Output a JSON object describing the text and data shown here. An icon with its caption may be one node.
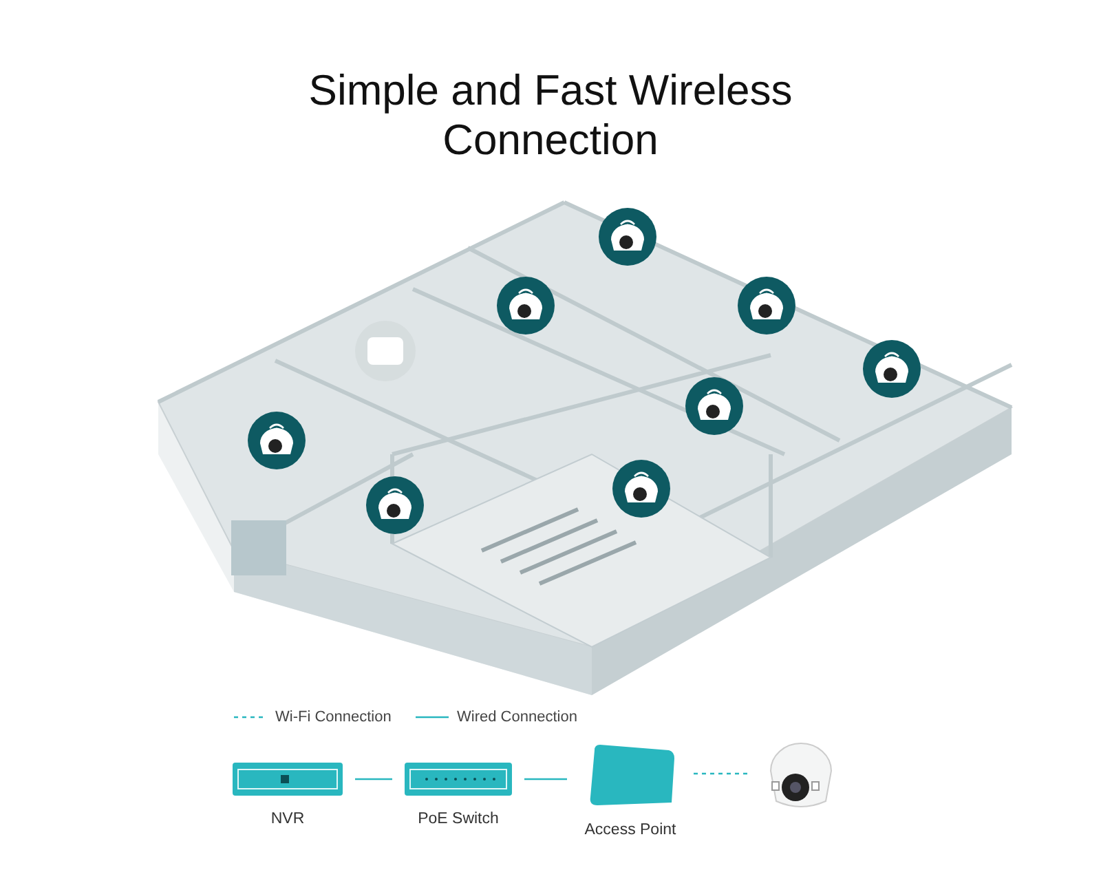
{
  "diagram": {
    "title": "Simple and Fast Wireless Connection",
    "nodes": [
      {
        "text": [
          "NVR"
        ]
      },
      {
        "text": [
          "PoE Switch"
        ]
      },
      {
        "text": [
          "Access Point"
        ]
      },
      {
        "text": [],
        "shape": "picture"
      }
    ],
    "edges": [
      {
        "from": 0,
        "to": 1,
        "arrow": "none"
      },
      {
        "from": 1,
        "to": 2,
        "arrow": "none"
      },
      {
        "from": 2,
        "to": 3,
        "arrow": "none",
        "style": "dashed"
      }
    ],
    "legend": [
      {
        "text": "Wi-Fi Connection"
      },
      {
        "text": "Wired Connection"
      }
    ]
  }
}
